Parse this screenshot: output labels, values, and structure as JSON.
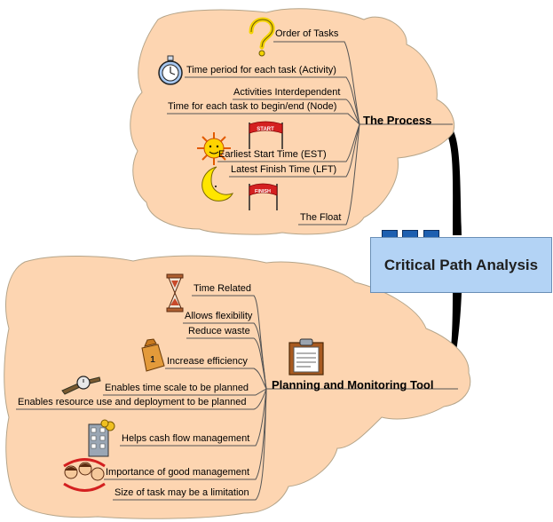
{
  "central_topic": "Critical Path Analysis",
  "branches": {
    "process": {
      "title": "The Process",
      "items": [
        {
          "label": "Order of Tasks",
          "icon": "question-mark-icon"
        },
        {
          "label": "Time period for each task (Activity)",
          "icon": "stopwatch-icon"
        },
        {
          "label": "Activities Interdependent"
        },
        {
          "label": "Time for each task to begin/end (Node)"
        },
        {
          "label": "Earliest Start Time (EST)",
          "icon": "sun-icon",
          "badge": "START"
        },
        {
          "label": "Latest Finish Time (LFT)",
          "icon": "moon-icon",
          "badge": "FINISH"
        },
        {
          "label": "The Float"
        }
      ]
    },
    "planning": {
      "title": "Planning and Monitoring Tool",
      "icon": "clipboard-icon",
      "items": [
        {
          "label": "Time Related",
          "icon": "hourglass-icon"
        },
        {
          "label": "Allows flexibility"
        },
        {
          "label": "Reduce waste"
        },
        {
          "label": "Increase efficiency",
          "icon": "priority-bag-icon",
          "badge": "1"
        },
        {
          "label": "Enables time scale to be planned",
          "icon": "wristwatch-icon"
        },
        {
          "label": "Enables resource use and deployment to be planned"
        },
        {
          "label": "Helps cash flow management",
          "icon": "office-building-icon"
        },
        {
          "label": "Importance of good management",
          "icon": "team-people-icon"
        },
        {
          "label": "Size of task may be a limitation"
        }
      ]
    }
  },
  "colors": {
    "cloud_fill": "#fdd5b1",
    "cloud_stroke": "#b5a58a",
    "central_fill": "#b3d3f5",
    "tab_fill": "#1d5fb0",
    "banner_red": "#d42020"
  }
}
